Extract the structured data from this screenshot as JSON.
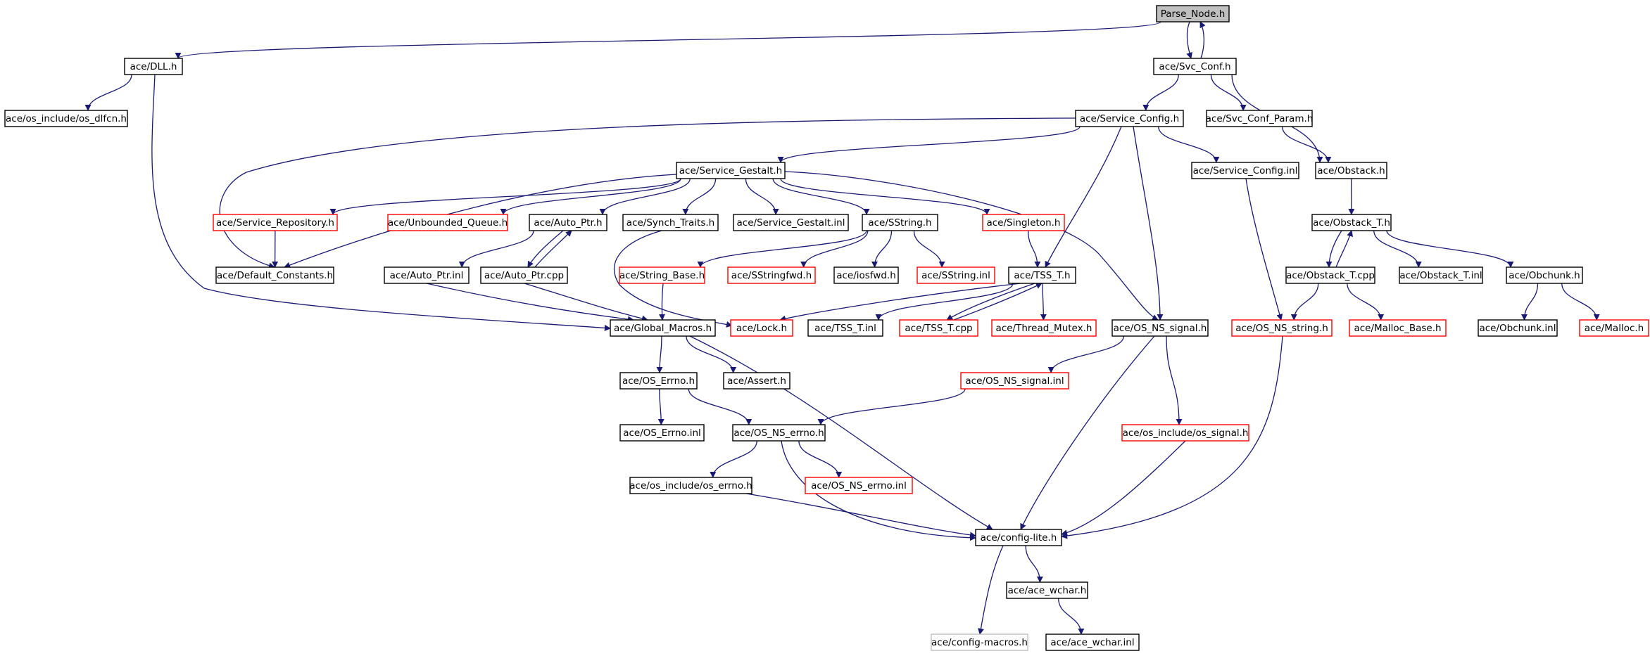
{
  "colors": {
    "edge": "#191970",
    "border_normal": "#000000",
    "border_truncated": "#ff0000",
    "border_external": "#bfbfbf",
    "root_fill": "#bfbfbf",
    "fill": "#ffffff"
  },
  "graph": {
    "nodes": [
      {
        "id": "parse_node",
        "label": "Parse_Node.h",
        "kind": "root"
      },
      {
        "id": "dll",
        "label": "ace/DLL.h",
        "kind": "normal"
      },
      {
        "id": "svc_conf",
        "label": "ace/Svc_Conf.h",
        "kind": "normal"
      },
      {
        "id": "os_dlfcn",
        "label": "ace/os_include/os_dlfcn.h",
        "kind": "normal"
      },
      {
        "id": "service_config_h",
        "label": "ace/Service_Config.h",
        "kind": "normal"
      },
      {
        "id": "svc_conf_param",
        "label": "ace/Svc_Conf_Param.h",
        "kind": "normal"
      },
      {
        "id": "service_gestalt",
        "label": "ace/Service_Gestalt.h",
        "kind": "normal"
      },
      {
        "id": "service_config_inl",
        "label": "ace/Service_Config.inl",
        "kind": "normal"
      },
      {
        "id": "obstack",
        "label": "ace/Obstack.h",
        "kind": "normal"
      },
      {
        "id": "service_repository",
        "label": "ace/Service_Repository.h",
        "kind": "truncated"
      },
      {
        "id": "unbounded_queue",
        "label": "ace/Unbounded_Queue.h",
        "kind": "truncated"
      },
      {
        "id": "auto_ptr_h",
        "label": "ace/Auto_Ptr.h",
        "kind": "normal"
      },
      {
        "id": "synch_traits",
        "label": "ace/Synch_Traits.h",
        "kind": "normal"
      },
      {
        "id": "service_gestalt_inl",
        "label": "ace/Service_Gestalt.inl",
        "kind": "normal"
      },
      {
        "id": "sstring_h",
        "label": "ace/SString.h",
        "kind": "normal"
      },
      {
        "id": "singleton",
        "label": "ace/Singleton.h",
        "kind": "truncated"
      },
      {
        "id": "obstack_t_h",
        "label": "ace/Obstack_T.h",
        "kind": "normal"
      },
      {
        "id": "default_constants",
        "label": "ace/Default_Constants.h",
        "kind": "normal"
      },
      {
        "id": "auto_ptr_inl",
        "label": "ace/Auto_Ptr.inl",
        "kind": "normal"
      },
      {
        "id": "auto_ptr_cpp",
        "label": "ace/Auto_Ptr.cpp",
        "kind": "normal"
      },
      {
        "id": "string_base",
        "label": "ace/String_Base.h",
        "kind": "truncated"
      },
      {
        "id": "sstringfwd",
        "label": "ace/SStringfwd.h",
        "kind": "truncated"
      },
      {
        "id": "iosfwd",
        "label": "ace/iosfwd.h",
        "kind": "normal"
      },
      {
        "id": "sstring_inl",
        "label": "ace/SString.inl",
        "kind": "truncated"
      },
      {
        "id": "tss_t_h",
        "label": "ace/TSS_T.h",
        "kind": "normal"
      },
      {
        "id": "obstack_t_cpp",
        "label": "ace/Obstack_T.cpp",
        "kind": "normal"
      },
      {
        "id": "obstack_t_inl",
        "label": "ace/Obstack_T.inl",
        "kind": "normal"
      },
      {
        "id": "obchunk_h",
        "label": "ace/Obchunk.h",
        "kind": "normal"
      },
      {
        "id": "global_macros",
        "label": "ace/Global_Macros.h",
        "kind": "normal"
      },
      {
        "id": "lock",
        "label": "ace/Lock.h",
        "kind": "truncated"
      },
      {
        "id": "tss_t_inl",
        "label": "ace/TSS_T.inl",
        "kind": "normal"
      },
      {
        "id": "tss_t_cpp",
        "label": "ace/TSS_T.cpp",
        "kind": "truncated"
      },
      {
        "id": "thread_mutex",
        "label": "ace/Thread_Mutex.h",
        "kind": "truncated"
      },
      {
        "id": "os_ns_signal_h",
        "label": "ace/OS_NS_signal.h",
        "kind": "normal"
      },
      {
        "id": "os_ns_string",
        "label": "ace/OS_NS_string.h",
        "kind": "truncated"
      },
      {
        "id": "malloc_base",
        "label": "ace/Malloc_Base.h",
        "kind": "truncated"
      },
      {
        "id": "obchunk_inl",
        "label": "ace/Obchunk.inl",
        "kind": "normal"
      },
      {
        "id": "malloc",
        "label": "ace/Malloc.h",
        "kind": "truncated"
      },
      {
        "id": "os_errno_h",
        "label": "ace/OS_Errno.h",
        "kind": "normal"
      },
      {
        "id": "assert",
        "label": "ace/Assert.h",
        "kind": "normal"
      },
      {
        "id": "os_ns_signal_inl",
        "label": "ace/OS_NS_signal.inl",
        "kind": "truncated"
      },
      {
        "id": "os_errno_inl",
        "label": "ace/OS_Errno.inl",
        "kind": "normal"
      },
      {
        "id": "os_ns_errno_h",
        "label": "ace/OS_NS_errno.h",
        "kind": "normal"
      },
      {
        "id": "os_include_os_signal",
        "label": "ace/os_include/os_signal.h",
        "kind": "truncated"
      },
      {
        "id": "os_include_os_errno",
        "label": "ace/os_include/os_errno.h",
        "kind": "normal"
      },
      {
        "id": "os_ns_errno_inl",
        "label": "ace/OS_NS_errno.inl",
        "kind": "truncated"
      },
      {
        "id": "config_lite",
        "label": "ace/config-lite.h",
        "kind": "normal"
      },
      {
        "id": "ace_wchar_h",
        "label": "ace/ace_wchar.h",
        "kind": "normal"
      },
      {
        "id": "config_macros",
        "label": "ace/config-macros.h",
        "kind": "external"
      },
      {
        "id": "ace_wchar_inl",
        "label": "ace/ace_wchar.inl",
        "kind": "normal"
      }
    ],
    "edges": [
      [
        "parse_node",
        "dll"
      ],
      [
        "parse_node",
        "svc_conf"
      ],
      [
        "svc_conf",
        "parse_node"
      ],
      [
        "dll",
        "os_dlfcn"
      ],
      [
        "dll",
        "global_macros"
      ],
      [
        "svc_conf",
        "service_config_h"
      ],
      [
        "svc_conf",
        "svc_conf_param"
      ],
      [
        "svc_conf",
        "obstack"
      ],
      [
        "svc_conf_param",
        "obstack"
      ],
      [
        "service_config_h",
        "service_gestalt"
      ],
      [
        "service_config_h",
        "service_config_inl"
      ],
      [
        "service_config_h",
        "default_constants"
      ],
      [
        "service_config_h",
        "tss_t_h"
      ],
      [
        "service_config_h",
        "os_ns_signal_h"
      ],
      [
        "service_gestalt",
        "service_repository"
      ],
      [
        "service_gestalt",
        "unbounded_queue"
      ],
      [
        "service_gestalt",
        "auto_ptr_h"
      ],
      [
        "service_gestalt",
        "synch_traits"
      ],
      [
        "service_gestalt",
        "service_gestalt_inl"
      ],
      [
        "service_gestalt",
        "sstring_h"
      ],
      [
        "service_gestalt",
        "singleton"
      ],
      [
        "service_gestalt",
        "default_constants"
      ],
      [
        "service_gestalt",
        "os_ns_signal_h"
      ],
      [
        "service_repository",
        "default_constants"
      ],
      [
        "auto_ptr_h",
        "auto_ptr_inl"
      ],
      [
        "auto_ptr_h",
        "auto_ptr_cpp"
      ],
      [
        "auto_ptr_cpp",
        "auto_ptr_h"
      ],
      [
        "auto_ptr_inl",
        "global_macros"
      ],
      [
        "auto_ptr_cpp",
        "global_macros"
      ],
      [
        "synch_traits",
        "lock"
      ],
      [
        "sstring_h",
        "string_base"
      ],
      [
        "sstring_h",
        "sstringfwd"
      ],
      [
        "sstring_h",
        "iosfwd"
      ],
      [
        "sstring_h",
        "sstring_inl"
      ],
      [
        "string_base",
        "global_macros"
      ],
      [
        "singleton",
        "tss_t_h"
      ],
      [
        "tss_t_h",
        "lock"
      ],
      [
        "tss_t_h",
        "tss_t_inl"
      ],
      [
        "tss_t_h",
        "tss_t_cpp"
      ],
      [
        "tss_t_cpp",
        "tss_t_h"
      ],
      [
        "tss_t_h",
        "thread_mutex"
      ],
      [
        "service_config_inl",
        "os_ns_string"
      ],
      [
        "obstack",
        "obstack_t_h"
      ],
      [
        "obstack_t_h",
        "obstack_t_cpp"
      ],
      [
        "obstack_t_cpp",
        "obstack_t_h"
      ],
      [
        "obstack_t_h",
        "obstack_t_inl"
      ],
      [
        "obstack_t_h",
        "obchunk_h"
      ],
      [
        "obstack_t_cpp",
        "os_ns_string"
      ],
      [
        "obstack_t_cpp",
        "malloc_base"
      ],
      [
        "obchunk_h",
        "obchunk_inl"
      ],
      [
        "obchunk_h",
        "malloc"
      ],
      [
        "global_macros",
        "os_errno_h"
      ],
      [
        "global_macros",
        "assert"
      ],
      [
        "global_macros",
        "config_lite"
      ],
      [
        "os_errno_h",
        "os_errno_inl"
      ],
      [
        "os_errno_h",
        "os_ns_errno_h"
      ],
      [
        "os_ns_signal_h",
        "os_ns_signal_inl"
      ],
      [
        "os_ns_signal_h",
        "os_include_os_signal"
      ],
      [
        "os_ns_signal_h",
        "config_lite"
      ],
      [
        "os_ns_signal_inl",
        "os_ns_errno_h"
      ],
      [
        "os_ns_errno_h",
        "os_include_os_errno"
      ],
      [
        "os_ns_errno_h",
        "os_ns_errno_inl"
      ],
      [
        "os_ns_errno_h",
        "config_lite"
      ],
      [
        "os_include_os_errno",
        "config_lite"
      ],
      [
        "os_include_os_signal",
        "config_lite"
      ],
      [
        "os_ns_string",
        "config_lite"
      ],
      [
        "config_lite",
        "ace_wchar_h"
      ],
      [
        "config_lite",
        "config_macros"
      ],
      [
        "ace_wchar_h",
        "ace_wchar_inl"
      ]
    ]
  }
}
